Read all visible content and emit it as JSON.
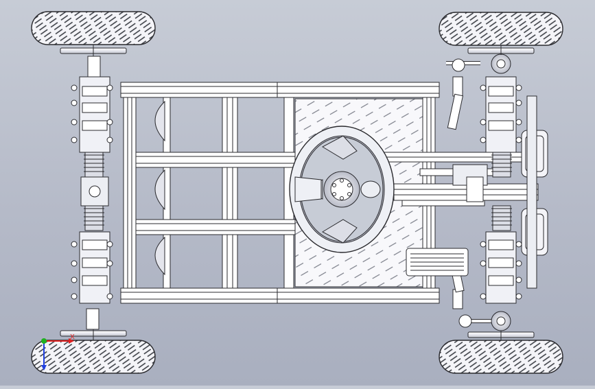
{
  "viewport": {
    "background_top": "#c7ccd6",
    "background_bottom": "#a9afbf",
    "line_color": "#2a2a2e",
    "part_fill": "#ffffff",
    "shade_fill": "#d9dbe4"
  },
  "triad": {
    "x_label": "X",
    "x_color": "#e02020",
    "y_color": "#20b020",
    "z_color": "#2040e0"
  },
  "assembly": {
    "wheels": [
      "front-left",
      "front-right",
      "rear-left",
      "rear-right"
    ],
    "parts": [
      "chassis-frame",
      "floor-plate",
      "steering-wheel",
      "steering-column",
      "pedal",
      "seat-cushion",
      "suspension-shocks",
      "tie-rods"
    ]
  }
}
